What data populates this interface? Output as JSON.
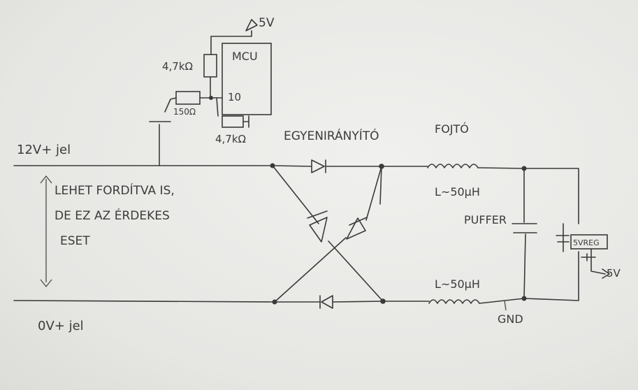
{
  "labels": {
    "vcc_top": "5V",
    "r_pullup": "4,7kΩ",
    "mcu": "MCU",
    "pin": "10",
    "r_series": "150Ω",
    "r_pulldown": "4,7kΩ",
    "line_top": "12V+ jel",
    "line_bottom": "0V+ jel",
    "rectifier": "EGYENIRÁNYÍTÓ",
    "choke_title": "FOJTÓ",
    "choke_top": "L~50μH",
    "choke_bottom": "L~50μH",
    "buffer": "PUFFER",
    "regulator": "5VREG",
    "vcc_out": "5V",
    "gnd": "GND",
    "note_line1": "LEHET FORDÍTVA IS,",
    "note_line2": "DE EZ AZ ÉRDEKES",
    "note_line3": "ESET"
  }
}
